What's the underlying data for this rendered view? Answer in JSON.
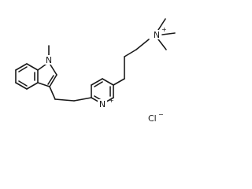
{
  "molecule": {
    "atoms": {
      "indole_n": "N",
      "pyridinium_n": "N",
      "pyridinium_charge": "+",
      "ammonium_n": "N",
      "ammonium_charge": "+",
      "chloride": "Cl",
      "chloride_charge": "−"
    }
  }
}
